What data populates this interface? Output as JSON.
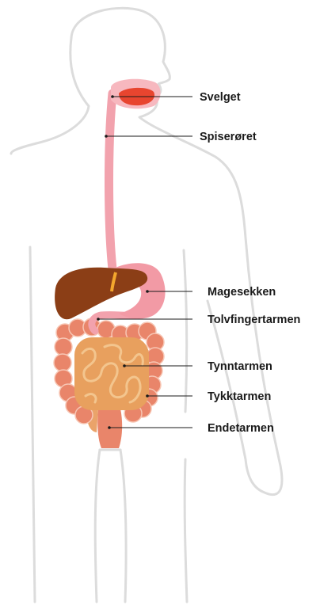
{
  "labels": {
    "pharynx": "Svelget",
    "esophagus": "Spiserøret",
    "stomach": "Magesekken",
    "duodenum": "Tolvfingertarmen",
    "small_intestine": "Tynntarmen",
    "large_intestine": "Tykktarmen",
    "rectum": "Endetarmen"
  },
  "colors": {
    "body_outline": "#dcdcdc",
    "pharynx": "#e8452f",
    "esophagus": "#f2a2ad",
    "liver": "#8b3e16",
    "gallbladder_duct": "#f3a72d",
    "stomach": "#f29aa5",
    "colon": "#e9856a",
    "small_intestine": "#e8a05e",
    "rectum": "#e9856a"
  }
}
